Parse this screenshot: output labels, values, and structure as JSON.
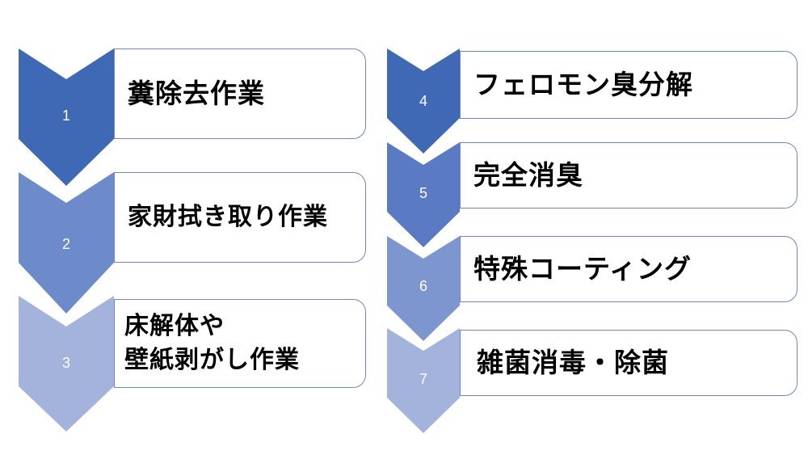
{
  "colors": {
    "shade_1": "#3f68b5",
    "shade_2": "#6d8bcb",
    "shade_3": "#a3b3dc",
    "shade_4": "#3f68b5",
    "shade_5": "#5a7bc4",
    "shade_6": "#7d96d0",
    "shade_7": "#a3b3dc",
    "box_border": "#6f86bf"
  },
  "left_column": [
    {
      "number": "1",
      "label": "糞除去作業"
    },
    {
      "number": "2",
      "label": "家財拭き取り作業"
    },
    {
      "number": "3",
      "label": "床解体や\n壁紙剥がし作業"
    }
  ],
  "right_column": [
    {
      "number": "4",
      "label": "フェロモン臭分解"
    },
    {
      "number": "5",
      "label": "完全消臭"
    },
    {
      "number": "6",
      "label": "特殊コーティング"
    },
    {
      "number": "7",
      "label": "雑菌消毒・除菌"
    }
  ]
}
